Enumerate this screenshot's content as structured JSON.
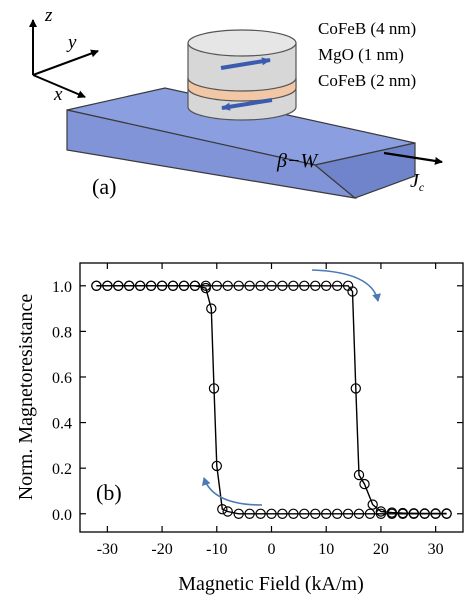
{
  "panel_a": {
    "label": "(a)",
    "axes": {
      "z": "z",
      "y": "y",
      "x": "x"
    },
    "layers": [
      "CoFeB (4 nm)",
      "MgO (1 nm)",
      "CoFeB (2 nm)"
    ],
    "substrate": "β−W",
    "current": {
      "main": "J",
      "sub": "c"
    },
    "colors": {
      "substrate": "#8a9ee0",
      "pillar": "#d9d9d9",
      "barrier": "#f2c7a6",
      "arrow": "#3a5bb0"
    }
  },
  "panel_b": {
    "label": "(b)",
    "colors": {
      "sweep_arrow": "#4b7bb5",
      "curve": "#000000"
    }
  },
  "chart_data": {
    "type": "line",
    "xlabel": "Magnetic Field (kA/m)",
    "ylabel": "Norm. Magnetoresistance",
    "xlim": [
      -35,
      35
    ],
    "ylim": [
      -0.08,
      1.1
    ],
    "xticks": [
      "-30",
      "-20",
      "-10",
      "0",
      "10",
      "20",
      "30"
    ],
    "yticks": [
      "0.0",
      "0.2",
      "0.4",
      "0.6",
      "0.8",
      "1.0"
    ],
    "grid": false,
    "series": [
      {
        "x": [
          -32,
          -30,
          -28,
          -26,
          -24,
          -22,
          -20,
          -18,
          -16,
          -14,
          -12,
          -10,
          -8,
          -6,
          -4,
          -2,
          0,
          2,
          4,
          6,
          8,
          10,
          12,
          14,
          14.8,
          15.4,
          16,
          17,
          18.5,
          20,
          22,
          24,
          26,
          28,
          30,
          32
        ],
        "y": [
          1,
          1,
          1,
          1,
          1,
          1,
          1,
          1,
          1,
          1,
          1,
          1,
          1,
          1,
          1,
          1,
          1,
          1,
          1,
          1,
          1,
          1,
          1,
          1,
          0.975,
          0.55,
          0.17,
          0.13,
          0.04,
          0.01,
          0.005,
          0.003,
          0.002,
          0.001,
          0.001,
          0.001
        ]
      },
      {
        "x": [
          32,
          30,
          28,
          26,
          24,
          22,
          20,
          18,
          16,
          14,
          12,
          10,
          8,
          6,
          4,
          2,
          0,
          -2,
          -4,
          -6,
          -8,
          -9,
          -10,
          -10.5,
          -11,
          -12,
          -14,
          -16,
          -18,
          -20,
          -22,
          -24,
          -26,
          -28,
          -30,
          -32
        ],
        "y": [
          0,
          0,
          0,
          0,
          0,
          0,
          0,
          0,
          0,
          0,
          0,
          0,
          0,
          0,
          0,
          0,
          0,
          0,
          0,
          0,
          0.01,
          0.02,
          0.21,
          0.55,
          0.9,
          0.99,
          1,
          1,
          1,
          1,
          1,
          1,
          1,
          1,
          1,
          1
        ]
      }
    ]
  }
}
